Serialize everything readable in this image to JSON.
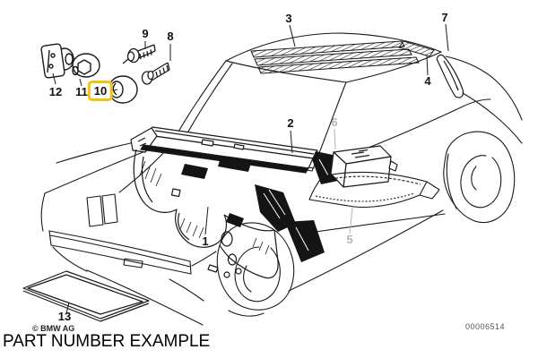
{
  "diagram": {
    "caption": "PART NUMBER EXAMPLE",
    "copyright": "© BMW AG",
    "doc_number": "00006514",
    "highlighted_part": "10",
    "colors": {
      "line": "#1a1a1a",
      "muted_label": "#b4b4b4",
      "highlight": "#F4C20D",
      "background": "#ffffff"
    },
    "callouts": [
      {
        "label": "1"
      },
      {
        "label": "2"
      },
      {
        "label": "3"
      },
      {
        "label": "4"
      },
      {
        "label": "5",
        "muted": true
      },
      {
        "label": "6",
        "muted": true
      },
      {
        "label": "7"
      },
      {
        "label": "8"
      },
      {
        "label": "9"
      },
      {
        "label": "10",
        "highlighted": true
      },
      {
        "label": "11"
      },
      {
        "label": "12"
      },
      {
        "label": "13"
      }
    ]
  }
}
